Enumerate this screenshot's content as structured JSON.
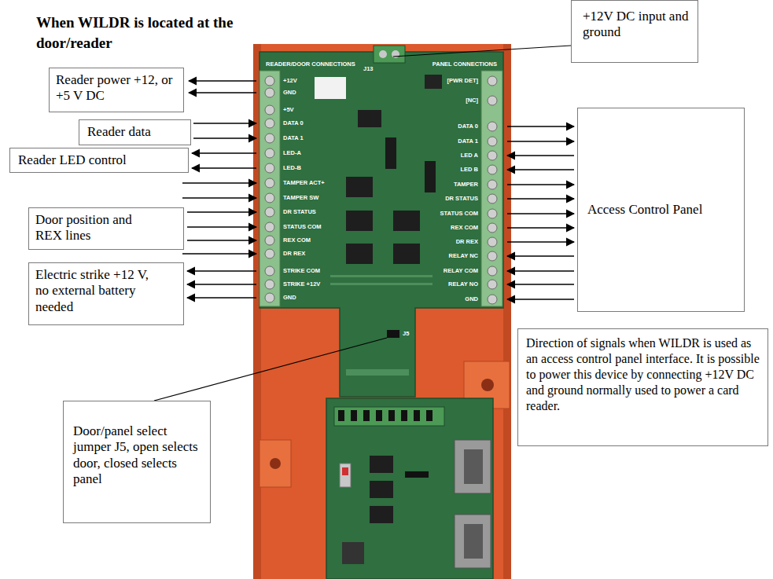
{
  "diagram": {
    "title": "When WILDR is located at the door/reader",
    "nodes": [
      {
        "text": [
          "+12V DC input and ground"
        ]
      },
      {
        "text": [
          "Reader power +12, or +5 V DC"
        ]
      },
      {
        "text": [
          "Reader data"
        ]
      },
      {
        "text": [
          "Reader LED control"
        ]
      },
      {
        "text": [
          "Door position and REX lines"
        ]
      },
      {
        "text": [
          "Electric strike +12 V, no external battery needed"
        ]
      },
      {
        "text": [
          "Access Control Panel"
        ]
      },
      {
        "text": [
          "Direction of signals when WILDR is used as an access control panel interface. It is possible to power this device by connecting +12V DC and ground normally used to power a card reader."
        ]
      },
      {
        "text": [
          "Door/panel select jumper J5, open selects door, closed selects panel"
        ]
      }
    ],
    "labels": [
      "READER/DOOR CONNECTIONS",
      "PANEL CONNECTIONS",
      "+12V",
      "GND",
      "+5V",
      "DATA 0",
      "DATA 1",
      "LED-A",
      "LED-B",
      "TAMPER ACT+",
      "TAMPER SW",
      "DR STATUS",
      "STATUS COM",
      "REX COM",
      "DR REX",
      "STRIKE COM",
      "STRIKE +12V",
      "GND",
      "[PWR DET]",
      "[NC]",
      "DATA 0",
      "DATA 1",
      "LED A",
      "LED B",
      "TAMPER",
      "DR STATUS",
      "STATUS COM",
      "REX COM",
      "DR REX",
      "RELAY NC",
      "RELAY COM",
      "RELAY NO",
      "GND",
      "J13",
      "J5"
    ]
  }
}
